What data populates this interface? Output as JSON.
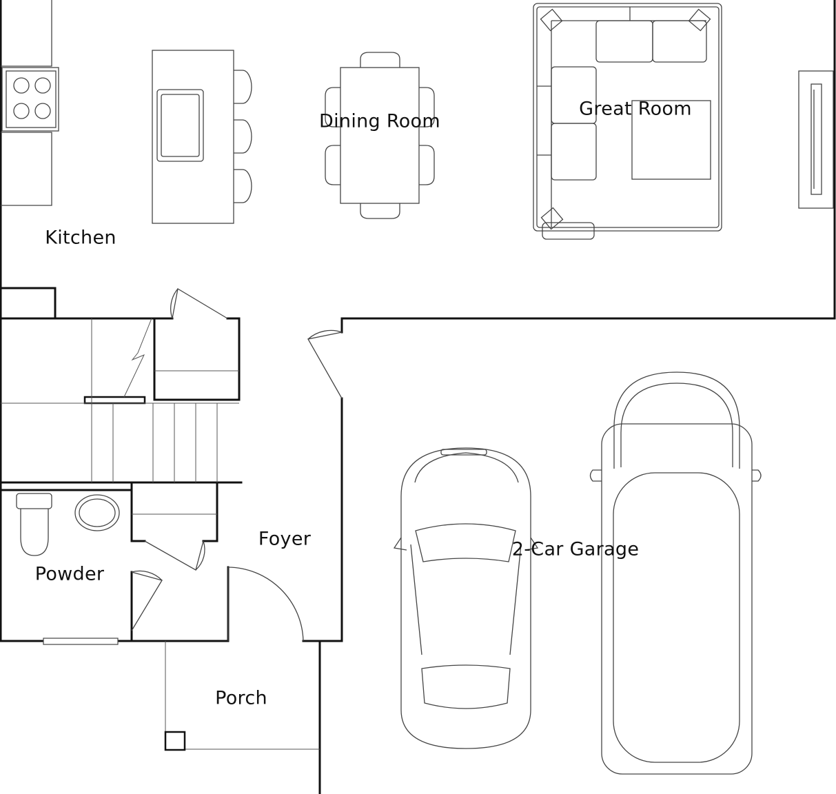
{
  "floorplan": {
    "rooms": [
      {
        "id": "kitchen",
        "label": "Kitchen"
      },
      {
        "id": "dining-room",
        "label": "Dining Room"
      },
      {
        "id": "great-room",
        "label": "Great Room"
      },
      {
        "id": "powder",
        "label": "Powder"
      },
      {
        "id": "foyer",
        "label": "Foyer"
      },
      {
        "id": "porch",
        "label": "Porch"
      },
      {
        "id": "garage",
        "label": "2-Car Garage"
      }
    ]
  }
}
